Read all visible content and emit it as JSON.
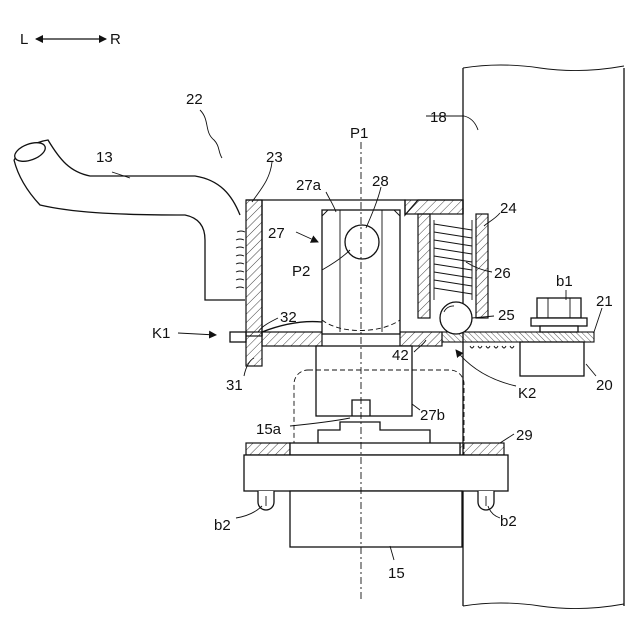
{
  "direction": {
    "left": "L",
    "right": "R"
  },
  "labels": {
    "l22": "22",
    "l18": "18",
    "lP1": "P1",
    "l13": "13",
    "l23": "23",
    "l27a": "27a",
    "l28": "28",
    "l24": "24",
    "l27": "27",
    "lP2": "P2",
    "l26": "26",
    "lb1": "b1",
    "l21": "21",
    "lK1": "K1",
    "l32": "32",
    "l25": "25",
    "l42": "42",
    "l31": "31",
    "lK2": "K2",
    "l20": "20",
    "l27b": "27b",
    "l15a": "15a",
    "l29": "29",
    "lb2a": "b2",
    "lb2b": "b2",
    "l15": "15"
  }
}
